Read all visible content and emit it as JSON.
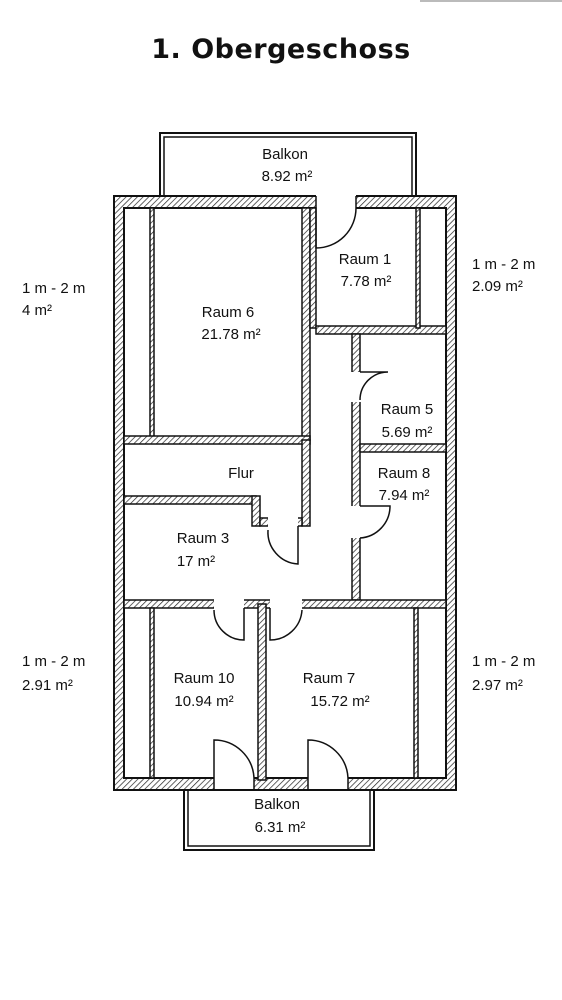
{
  "title": "1. Obergeschoss",
  "rooms": [
    {
      "name": "Balkon",
      "area": "8.92 m²"
    },
    {
      "name": "Raum 1",
      "area": "7.78 m²"
    },
    {
      "name": "Raum 6",
      "area": "21.78 m²"
    },
    {
      "name": "Raum 5",
      "area": "5.69 m²"
    },
    {
      "name": "Flur",
      "area": ""
    },
    {
      "name": "Raum 8",
      "area": "7.94 m²"
    },
    {
      "name": "Raum 3",
      "area": "17 m²"
    },
    {
      "name": "Raum 10",
      "area": "10.94 m²"
    },
    {
      "name": "Raum 7",
      "area": "15.72 m²"
    },
    {
      "name": "Balkon",
      "area": "6.31 m²"
    }
  ],
  "side_zones": [
    {
      "range": "1 m - 2 m",
      "area": "4 m²"
    },
    {
      "range": "1 m - 2 m",
      "area": "2.09 m²"
    },
    {
      "range": "1 m - 2 m",
      "area": "2.91 m²"
    },
    {
      "range": "1 m - 2 m",
      "area": "2.97 m²"
    }
  ]
}
